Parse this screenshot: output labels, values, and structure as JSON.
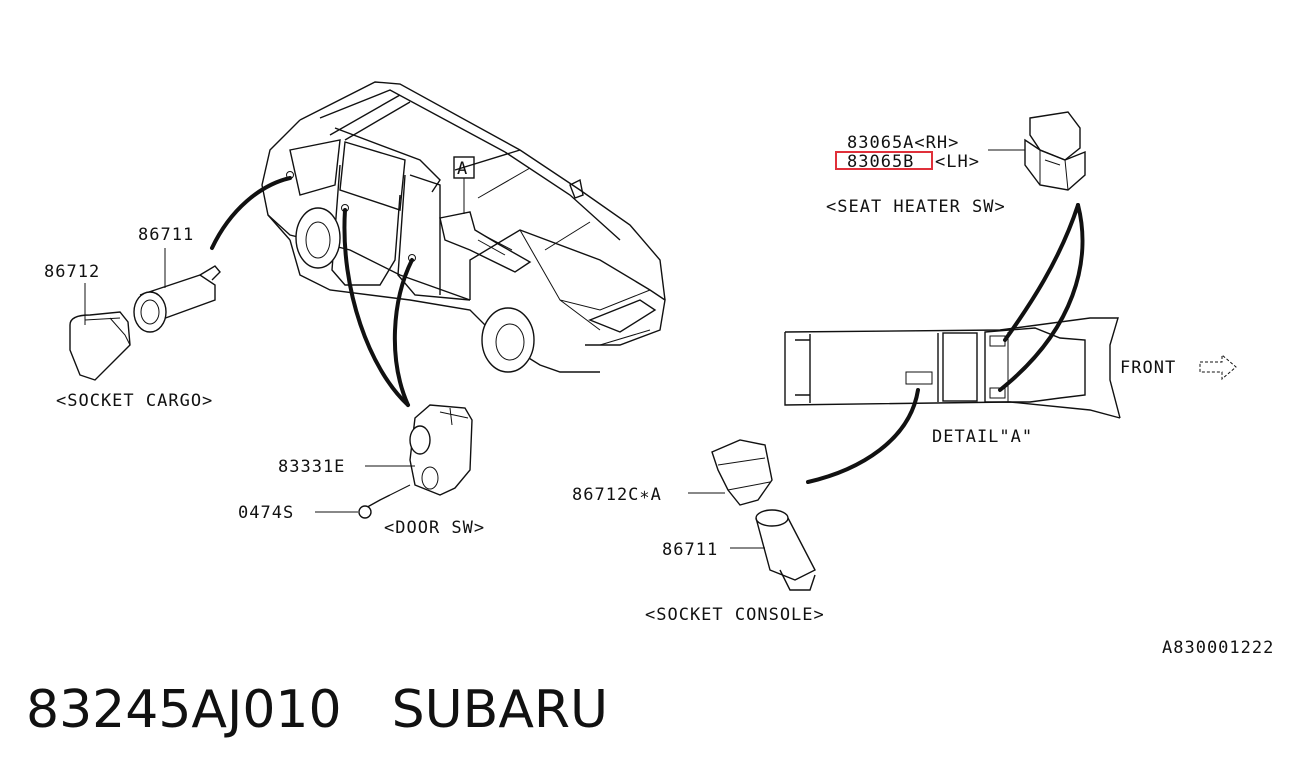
{
  "labels": {
    "p86711_cargo": "86711",
    "p86712": "86712",
    "socket_cargo": "<SOCKET CARGO>",
    "p83331e": "83331E",
    "p0474s": "0474S",
    "door_sw": "<DOOR SW>",
    "p83065a": "83065A<RH>",
    "p83065b_code": "83065B",
    "p83065b_side": "<LH>",
    "seat_heater_sw": "<SEAT HEATER SW>",
    "detail_a": "DETAIL\"A\"",
    "front": "FRONT",
    "view_a": "A",
    "p86712c": "86712C∗A",
    "p86711_console": "86711",
    "socket_console": "<SOCKET CONSOLE>",
    "diagram_code": "A830001222"
  },
  "footer": {
    "part_number": "83245AJ010",
    "brand": "SUBARU"
  },
  "highlight_color": "#e0303a"
}
